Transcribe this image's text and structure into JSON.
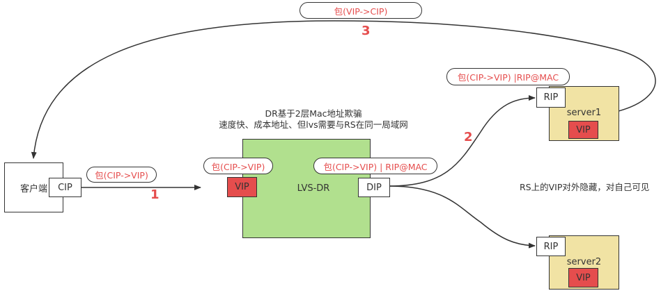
{
  "colors": {
    "accent_red": "#e54d4d",
    "lvs_fill": "#b1e08e",
    "server_fill": "#f1e3a4",
    "vip_fill": "#e54d4d",
    "stroke": "#333333"
  },
  "client": {
    "label": "客户端",
    "port": "CIP"
  },
  "lvs": {
    "label": "LVS-DR",
    "vip": "VIP",
    "dip": "DIP",
    "note_line1": "DR基于2层Mac地址欺骗",
    "note_line2": "速度快、成本地址、但lvs需要与RS在同一局域网"
  },
  "servers": [
    {
      "label": "server1",
      "rip": "RIP",
      "vip": "VIP"
    },
    {
      "label": "server2",
      "rip": "RIP",
      "vip": "VIP"
    }
  ],
  "packets": {
    "client_to_lvs": "包(CIP->VIP)",
    "lvs_in": "包(CIP->VIP)",
    "lvs_out": "包(CIP->VIP) | RIP@MAC",
    "server1_in": "包(CIP->VIP) |RIP@MAC",
    "server_to_client": "包(VIP->CIP)"
  },
  "steps": {
    "one": "1",
    "two": "2",
    "three": "3"
  },
  "rs_note": "RS上的VIP对外隐藏，对自己可见"
}
